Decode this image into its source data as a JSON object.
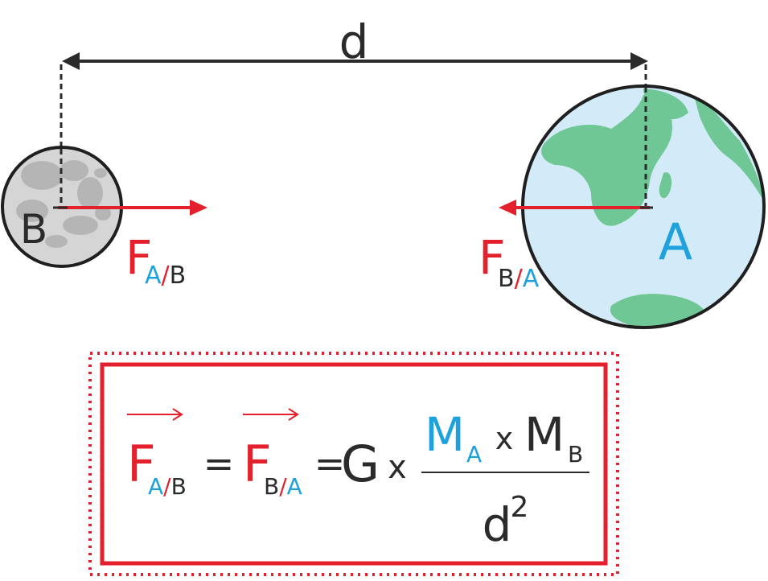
{
  "distance_label": "d",
  "body_b": {
    "label": "B",
    "kind": "moon"
  },
  "body_a": {
    "label": "A",
    "kind": "earth"
  },
  "force_on_b": {
    "symbol": "F",
    "sub_first": "A",
    "sub_sep": "/",
    "sub_second": "B"
  },
  "force_on_a": {
    "symbol": "F",
    "sub_first": "B",
    "sub_sep": "/",
    "sub_second": "A"
  },
  "formula": {
    "lhs": {
      "symbol": "F",
      "sub_first": "A",
      "sub_sep": "/",
      "sub_second": "B"
    },
    "eq1": "=",
    "mid": {
      "symbol": "F",
      "sub_first": "B",
      "sub_sep": "/",
      "sub_second": "A"
    },
    "eq2": "=",
    "constant": "G",
    "times": "x",
    "numerator": {
      "m1": "M",
      "m1_sub": "A",
      "times": "x",
      "m2": "M",
      "m2_sub": "B"
    },
    "denominator": {
      "base": "d",
      "exponent": "2"
    }
  },
  "colors": {
    "red": "#e3202b",
    "blue": "#1ea1dc",
    "dark": "#2b2b2b",
    "ocean": "#d3ebf8",
    "land": "#6fc795",
    "moon": "#d5d5d5",
    "moon_spot": "#b5b5b5"
  }
}
